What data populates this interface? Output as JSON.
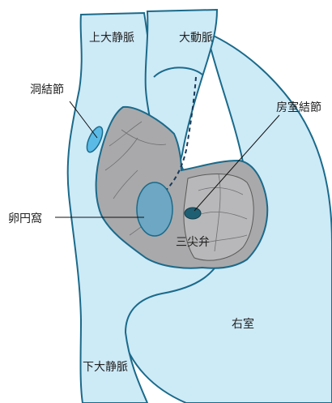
{
  "labels": {
    "svc": "上大静脈",
    "aorta": "大動脈",
    "sa_node": "洞結節",
    "av_node": "房室結節",
    "fossa_ovalis": "卵円窩",
    "tricuspid": "三尖弁",
    "right_ventricle": "右室",
    "ivc": "下大静脈"
  },
  "colors": {
    "vessel_fill": "#cdeaf7",
    "vessel_stroke": "#1a6a8a",
    "atrium_fill": "#a9a9ab",
    "atrium_stroke": "#1a6a8a",
    "fossa_fill": "#6ea7c3",
    "node_fill": "#1f5f73",
    "sa_node_fill": "#5bbbe6",
    "leader_line": "#111111"
  }
}
